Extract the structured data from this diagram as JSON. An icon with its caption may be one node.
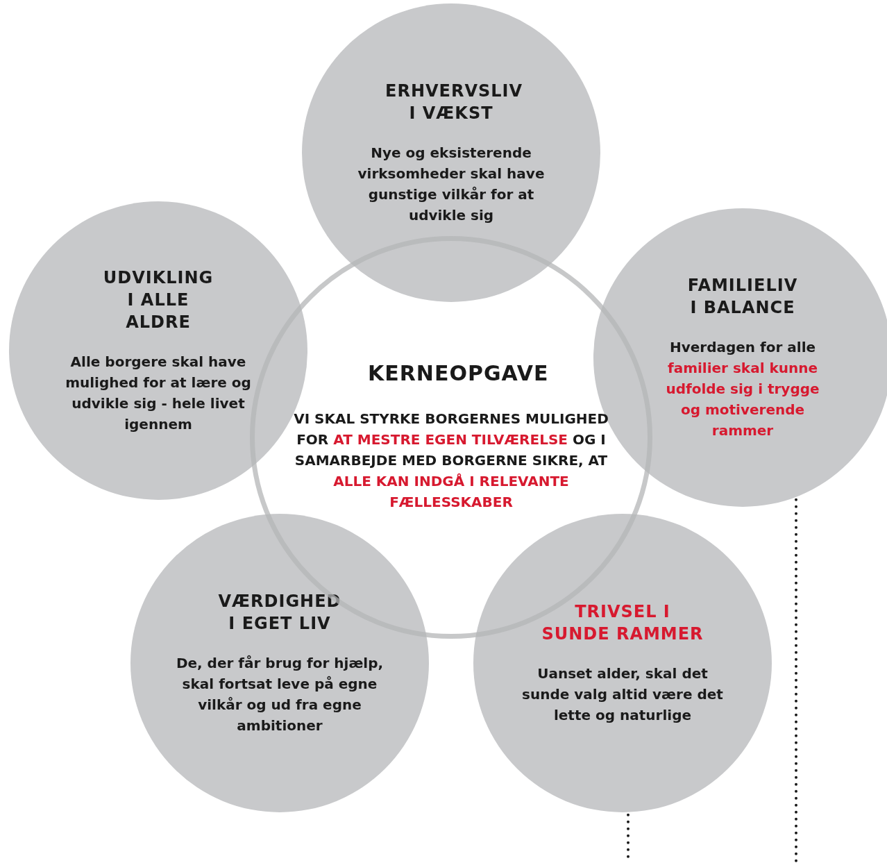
{
  "diagram": {
    "nodes": [
      {
        "text": [
          "ERHVERVSLIV I VÆKST",
          "Nye og eksisterende virksomheder skal have gunstige vilkår for at udvikle sig"
        ]
      },
      {
        "text": [
          "UDVIKLING I ALLE ALDRE",
          "Alle borgere skal have mulighed for at lære og udvikle sig - hele livet igennem"
        ]
      },
      {
        "text": [
          "FAMILIELIV I BALANCE",
          "Hverdagen for alle",
          "familier skal kunne udfolde sig i trygge og motiverende rammer"
        ]
      },
      {
        "text": [
          "KERNEOPGAVE",
          "VI SKAL STYRKE BORGERNES MULIGHED FOR",
          "AT MESTRE EGEN TILVÆRELSE",
          "OG I SAMARBEJDE MED BORGERNE SIKRE, AT",
          "ALLE KAN INDGÅ I RELEVANTE FÆLLESSKABER"
        ]
      },
      {
        "text": [
          "VÆRDIGHED I EGET LIV",
          "De, der får brug for hjælp, skal fortsat leve på egne vilkår og ud fra egne ambitioner"
        ]
      },
      {
        "text": [
          "TRIVSEL I SUNDE RAMMER",
          "Uanset alder, skal det sunde valg altid være det lette og naturlige"
        ]
      }
    ],
    "edges": [
      {
        "from": 2,
        "to": null,
        "arrow": "none"
      },
      {
        "from": 5,
        "to": null,
        "arrow": "none"
      }
    ]
  }
}
